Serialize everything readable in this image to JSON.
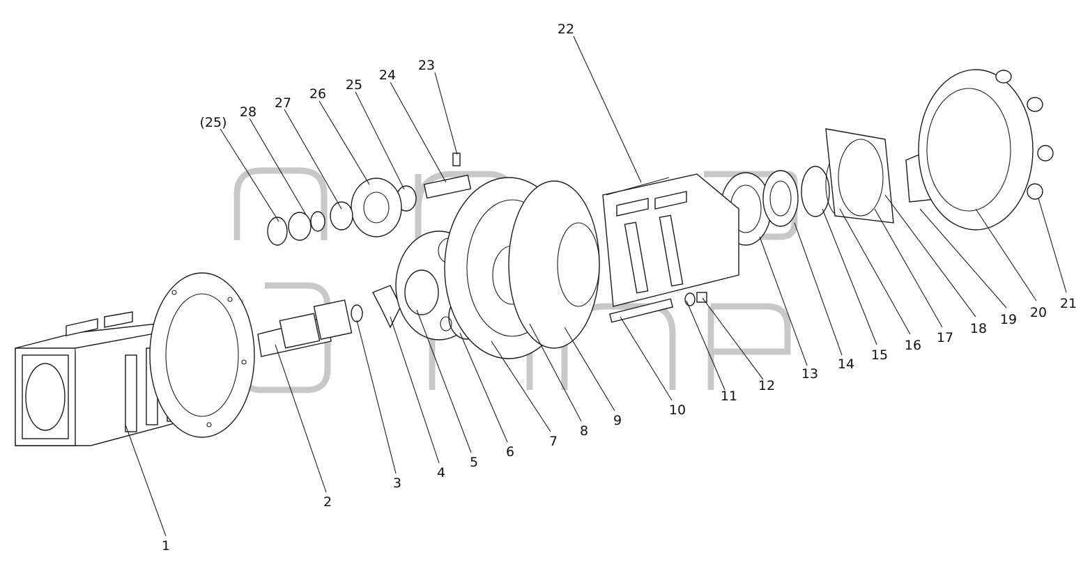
{
  "labels": {
    "l1": "1",
    "l2": "2",
    "l3": "3",
    "l4": "4",
    "l5": "5",
    "l6": "6",
    "l7": "7",
    "l8": "8",
    "l9": "9",
    "l10": "10",
    "l11": "11",
    "l12": "12",
    "l13": "13",
    "l14": "14",
    "l15": "15",
    "l16": "16",
    "l17": "17",
    "l18": "18",
    "l19": "19",
    "l20": "20",
    "l21": "21",
    "l22": "22",
    "l23": "23",
    "l24": "24",
    "l25": "25",
    "l26": "26",
    "l27": "27",
    "l28": "28",
    "l25b": "(25)"
  },
  "colors": {
    "line": "#1a1a1a",
    "watermark": "#c8c8c8",
    "background": "#ffffff"
  }
}
